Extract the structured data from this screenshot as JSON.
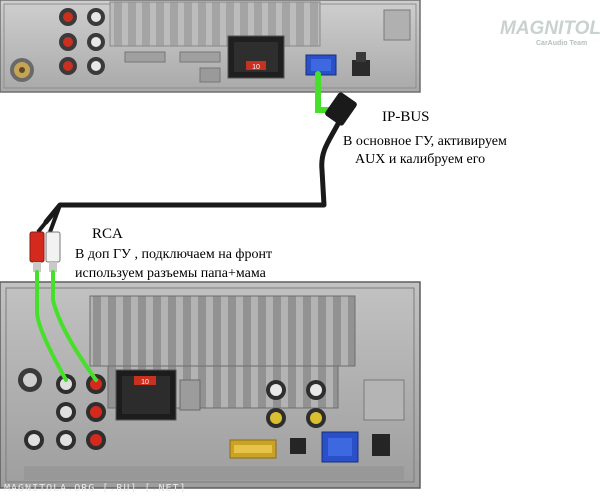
{
  "logo": {
    "text": "MAGNITOLA",
    "subtitle": "CarAudio Team"
  },
  "ipbus": {
    "title": "IP-BUS",
    "line1": "В основное ГУ, активируем",
    "line2": "AUX и калибруем его"
  },
  "rca": {
    "title": "RCA",
    "line1": "В доп ГУ , подключаем на фронт",
    "line2": "используем разъемы папа+мама"
  },
  "top_unit": {
    "connector_label": "10"
  },
  "bottom_unit": {
    "connector_label": "10"
  },
  "watermark": "MAGNITOLA.ORG [.RU] [.NET]",
  "colors": {
    "cable_highlight": "#46e02a",
    "cable": "#1a1a1a",
    "chassis": "#b9b9b9",
    "rca_red": "#d42a1e"
  }
}
